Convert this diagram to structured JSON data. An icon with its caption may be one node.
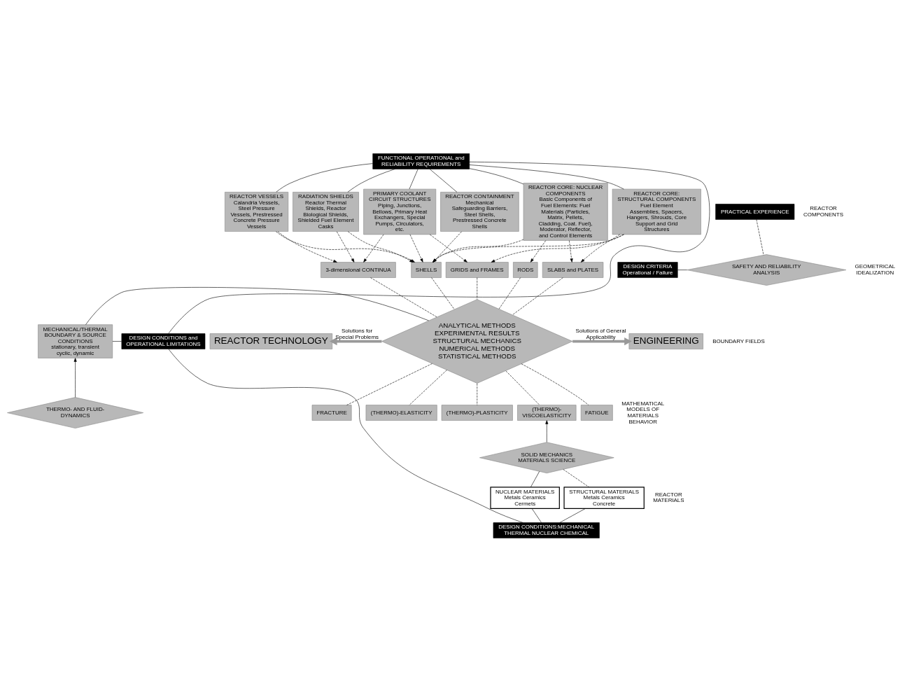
{
  "diagram": {
    "nodes": [
      {
        "text": [
          "REACTOR TECHNOLOGY"
        ]
      },
      {
        "text": [
          "DESIGN CONDITIONS and OPERATIONAL LIMITATIONS"
        ]
      },
      {
        "text": [
          "FUNCTIONAL OPERATIONAL and RELIABILITY REQUIREMENTS"
        ]
      },
      {
        "text": [
          "REACTOR CORE: NUCLEAR COMPONENTS",
          "Basic Components of Fuel Elements: Fuel Materials (Particles, Matrix, Pellets, Cladding, Coat. Fuel), Moderator, Reflector, and Control Elements"
        ]
      },
      {
        "text": [
          "REACTOR CORE: STRUCTURAL COMPONENTS",
          "Fuel Element Assemblies, Spacers, Hangers, Shrouds, Core Support and Grid Structures"
        ]
      },
      {
        "text": [
          "PRIMARY COOLANT CIRCUIT STRUCTURES",
          "Piping, Junctions, Bellows, Primary Heat Exchangers, Special Pumps, Circulators, etc."
        ]
      },
      {
        "text": [
          "REACTOR VESSELS",
          "Calandria Vessels, Steel Pressure Vessels, Prestressed Concrete Pressure Vessels"
        ]
      },
      {
        "text": [
          "RADIATION SHIELDS",
          "Reactor Thermal Shields, Reactor Biological Shields, Shielded Fuel Element Casks"
        ]
      },
      {
        "text": [
          "REACTOR CONTAINMENT",
          "Mechanical Safeguarding Barriers, Steel Shells, Prestressed Concrete Shells"
        ]
      },
      {
        "text": [
          "RODS"
        ]
      },
      {
        "text": [
          "GRIDS and FRAMES"
        ]
      },
      {
        "text": [
          "SLABS and PLATES"
        ]
      },
      {
        "text": [
          "SHELLS"
        ]
      },
      {
        "text": [
          "3-dimensional CONTINUA"
        ]
      },
      {
        "text": [
          "MECHANICAL/THERMAL BOUNDARY & SOURCE CONDITIONS",
          "stationary, transient cyclic, dynamic"
        ]
      },
      {
        "text": [
          "THERMO- AND FLUID-DYNAMICS"
        ]
      },
      {
        "text": [
          "ANALYTICAL METHODS",
          "EXPERIMENTAL RESULTS",
          "STRUCTURAL MECHANICS",
          "NUMERICAL METHODS",
          "STATISTICAL METHODS"
        ]
      },
      {
        "text": [
          "(THERMO)-ELASTICITY"
        ]
      },
      {
        "text": [
          "(THERMO)-PLASTICITY"
        ]
      },
      {
        "text": [
          "(THERMO)-VISCOELASTICITY"
        ]
      },
      {
        "text": [
          "FATIGUE"
        ]
      },
      {
        "text": [
          "FRACTURE"
        ]
      },
      {
        "text": [
          "NUCLEAR MATERIALS",
          "Metals Ceramics Cermets"
        ]
      },
      {
        "text": [
          "SOLID MECHANICS",
          "MATERIALS SCIENCE"
        ]
      },
      {
        "text": [
          "STRUCTURAL MATERIALS",
          "Metals Ceramics Concrete"
        ]
      },
      {
        "text": [
          "DESIGN CONDITIONS:MECHANICAL THERMAL NUCLEAR CHEMICAL"
        ]
      },
      {
        "text": [
          "DESIGN CRITERIA",
          "Operational / Failure"
        ]
      },
      {
        "text": [
          "PRACTICAL EXPERIENCE"
        ]
      },
      {
        "text": [
          "SAFETY AND RELIABILITY ANALYSIS"
        ]
      },
      {
        "text": [
          "ENGINEERING"
        ]
      }
    ],
    "edges": [
      {
        "from": 16,
        "to": 0,
        "arrow": "to",
        "label": "Solutions for Special Problems",
        "style": "thick",
        "color": "#999999"
      },
      {
        "from": 16,
        "to": 29,
        "arrow": "to",
        "label": "Solutions of General Applicability",
        "style": "thick",
        "color": "#999999"
      },
      {
        "from": 1,
        "to": 2,
        "arrow": "none"
      },
      {
        "from": 1,
        "to": 25,
        "arrow": "none"
      },
      {
        "from": 1,
        "to": 14,
        "arrow": "none"
      },
      {
        "from": 2,
        "to": 3,
        "arrow": "none"
      },
      {
        "from": 2,
        "to": 4,
        "arrow": "none"
      },
      {
        "from": 2,
        "to": 5,
        "arrow": "none"
      },
      {
        "from": 2,
        "to": 6,
        "arrow": "none"
      },
      {
        "from": 2,
        "to": 7,
        "arrow": "none"
      },
      {
        "from": 2,
        "to": 8,
        "arrow": "none"
      },
      {
        "from": 3,
        "to": 9,
        "arrow": "to",
        "style": "dashed"
      },
      {
        "from": 3,
        "to": 11,
        "arrow": "to",
        "style": "dashed"
      },
      {
        "from": 3,
        "to": 12,
        "arrow": "to",
        "style": "dashed"
      },
      {
        "from": 4,
        "to": 10,
        "arrow": "to",
        "style": "dashed"
      },
      {
        "from": 4,
        "to": 11,
        "arrow": "to",
        "style": "dashed"
      },
      {
        "from": 4,
        "to": 12,
        "arrow": "to",
        "style": "dashed"
      },
      {
        "from": 5,
        "to": 10,
        "arrow": "to",
        "style": "dashed"
      },
      {
        "from": 5,
        "to": 12,
        "arrow": "to",
        "style": "dashed"
      },
      {
        "from": 5,
        "to": 13,
        "arrow": "to",
        "style": "dashed"
      },
      {
        "from": 6,
        "to": 12,
        "arrow": "to",
        "style": "dashed"
      },
      {
        "from": 6,
        "to": 13,
        "arrow": "to",
        "style": "dashed"
      },
      {
        "from": 7,
        "to": 12,
        "arrow": "to",
        "style": "dashed"
      },
      {
        "from": 7,
        "to": 13,
        "arrow": "to",
        "style": "dashed"
      },
      {
        "from": 8,
        "to": 12,
        "arrow": "to",
        "style": "dashed"
      },
      {
        "from": 9,
        "to": 16,
        "arrow": "none",
        "style": "dashed"
      },
      {
        "from": 10,
        "to": 16,
        "arrow": "none",
        "style": "dashed"
      },
      {
        "from": 11,
        "to": 16,
        "arrow": "none",
        "style": "dashed"
      },
      {
        "from": 12,
        "to": 16,
        "arrow": "none",
        "style": "dashed"
      },
      {
        "from": 13,
        "to": 16,
        "arrow": "none",
        "style": "dashed"
      },
      {
        "from": 15,
        "to": 14,
        "arrow": "to"
      },
      {
        "from": 14,
        "to": 16,
        "arrow": "none"
      },
      {
        "from": 16,
        "to": 17,
        "arrow": "none",
        "style": "dashed"
      },
      {
        "from": 16,
        "to": 18,
        "arrow": "none",
        "style": "dashed"
      },
      {
        "from": 16,
        "to": 19,
        "arrow": "none",
        "style": "dashed"
      },
      {
        "from": 16,
        "to": 20,
        "arrow": "none",
        "style": "dashed"
      },
      {
        "from": 16,
        "to": 21,
        "arrow": "none",
        "style": "dashed"
      },
      {
        "from": 23,
        "to": 19,
        "arrow": "to"
      },
      {
        "from": 22,
        "to": 23,
        "arrow": "none"
      },
      {
        "from": 24,
        "to": 23,
        "arrow": "none",
        "style": "dashed"
      },
      {
        "from": 22,
        "to": 25,
        "arrow": "none"
      },
      {
        "from": 24,
        "to": 25,
        "arrow": "none"
      },
      {
        "from": 26,
        "to": 28,
        "arrow": "none"
      },
      {
        "from": 27,
        "to": 28,
        "arrow": "none",
        "style": "dashed"
      }
    ],
    "labels": [
      "REACTOR COMPONENTS",
      "GEOMETRICAL IDEALIZATION",
      "BOUNDARY FIELDS",
      "MATHEMATICAL MODELS OF MATERIALS BEHAVIOR",
      "REACTOR MATERIALS"
    ]
  }
}
